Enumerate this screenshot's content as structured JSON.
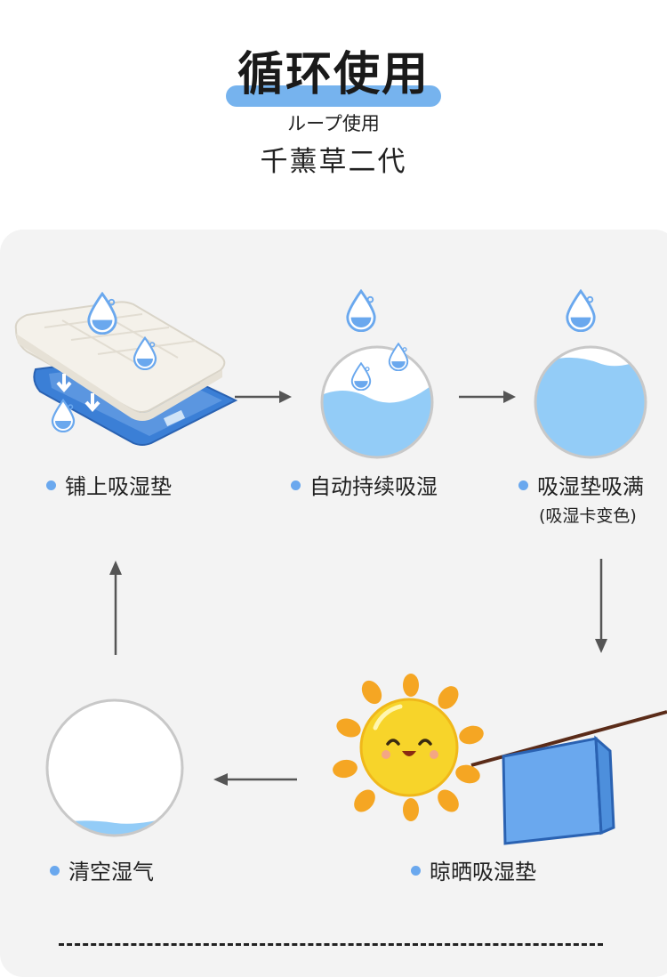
{
  "header": {
    "title": "循环使用",
    "subtitle": "ループ使用",
    "product": "千薰草二代"
  },
  "steps": [
    {
      "label": "铺上吸湿垫"
    },
    {
      "label": "自动持续吸湿"
    },
    {
      "label": "吸湿垫吸满",
      "note": "(吸湿卡变色)"
    },
    {
      "label": "晾晒吸湿垫"
    },
    {
      "label": "清空湿气"
    }
  ],
  "colors": {
    "accent": "#76b3ee",
    "water": "#93ccf7",
    "panel": "#f3f3f3",
    "mat": "#3b7fd6",
    "sun": "#f7c62a"
  },
  "icons": [
    "water-drop-icon",
    "arrow-right-icon",
    "arrow-down-icon",
    "arrow-left-icon",
    "arrow-up-icon",
    "sun-icon",
    "smiley-face-icon"
  ]
}
